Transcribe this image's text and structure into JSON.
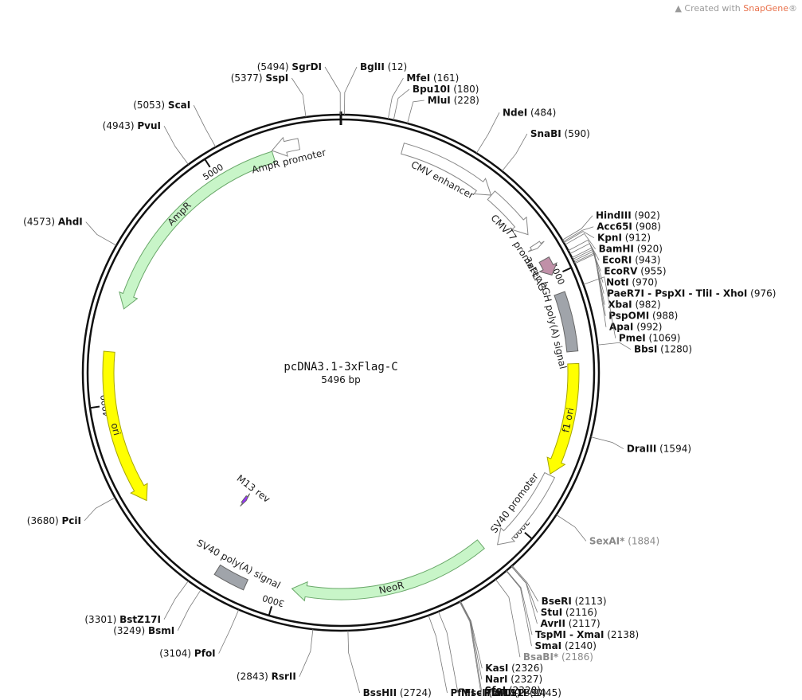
{
  "credit": {
    "prefix": "Created with ",
    "brand": "SnapGene",
    "suffix": "®"
  },
  "plasmid": {
    "name": "pcDNA3.1-3xFlag-C",
    "length_label": "5496 bp",
    "length": 5496
  },
  "colors": {
    "backbone": "#111111",
    "ampr": "#c8f5c8",
    "neor": "#c8f5c8",
    "ori": "#ffff00",
    "f1ori": "#ffff00",
    "flag": "#c090a8",
    "polya": "#a0a4aa",
    "m13": "#9933ff",
    "promoter": "#ffffff"
  },
  "ticks": [
    {
      "bp": 1000,
      "label": "1000"
    },
    {
      "bp": 2000,
      "label": "2000"
    },
    {
      "bp": 3000,
      "label": "3000"
    },
    {
      "bp": 4000,
      "label": "4000"
    },
    {
      "bp": 5000,
      "label": "5000"
    }
  ],
  "features": [
    {
      "name": "CMV enhancer",
      "type": "promoter",
      "start": 235,
      "end": 614,
      "dir": 1,
      "label": "CMV enhancer"
    },
    {
      "name": "CMV",
      "type": "promoter",
      "start": 615,
      "end": 818,
      "dir": 1,
      "label": "CMV"
    },
    {
      "name": "T7 promoter",
      "type": "promoter",
      "start": 863,
      "end": 881,
      "dir": 1,
      "label": "T7 promoter"
    },
    {
      "name": "3xFLAG",
      "type": "flag",
      "start": 930,
      "end": 995,
      "dir": 1,
      "label": "3xFLAG"
    },
    {
      "name": "bGH poly(A) signal",
      "type": "polya",
      "start": 1070,
      "end": 1294,
      "dir": 0,
      "label": "bGH poly(A) signal"
    },
    {
      "name": "f1 ori",
      "type": "f1ori",
      "start": 1340,
      "end": 1768,
      "dir": 1,
      "label": "f1 ori"
    },
    {
      "name": "SV40 promoter",
      "type": "promoter",
      "start": 1773,
      "end": 2102,
      "dir": 1,
      "label": "SV40 promoter"
    },
    {
      "name": "NeoR",
      "type": "neor",
      "start": 2149,
      "end": 2943,
      "dir": 1,
      "label": "NeoR"
    },
    {
      "name": "SV40 poly(A) signal",
      "type": "polya",
      "start": 3117,
      "end": 3238,
      "dir": 0,
      "label": "SV40 poly(A) signal"
    },
    {
      "name": "M13 rev",
      "type": "m13",
      "start": 3305,
      "end": 3321,
      "dir": -1,
      "label": "M13 rev"
    },
    {
      "name": "ori",
      "type": "ori",
      "start": 3613,
      "end": 4201,
      "dir": -1,
      "label": "ori"
    },
    {
      "name": "AmpR",
      "type": "ampr",
      "start": 4372,
      "end": 5232,
      "dir": -1,
      "label": "AmpR"
    },
    {
      "name": "AmpR promoter",
      "type": "promoter",
      "start": 5233,
      "end": 5337,
      "dir": -1,
      "label": "AmpR promoter"
    }
  ],
  "sites": [
    {
      "name": "SgrDI",
      "pos": "5494",
      "bp": 5494,
      "gray": false
    },
    {
      "name": "BglII",
      "pos": "12",
      "bp": 12,
      "gray": false
    },
    {
      "name": "MfeI",
      "pos": "161",
      "bp": 161,
      "gray": false
    },
    {
      "name": "Bpu10I",
      "pos": "180",
      "bp": 180,
      "gray": false
    },
    {
      "name": "MluI",
      "pos": "228",
      "bp": 228,
      "gray": false
    },
    {
      "name": "NdeI",
      "pos": "484",
      "bp": 484,
      "gray": false
    },
    {
      "name": "SnaBI",
      "pos": "590",
      "bp": 590,
      "gray": false
    },
    {
      "name": "HindIII",
      "pos": "902",
      "bp": 902,
      "gray": false
    },
    {
      "name": "Acc65I",
      "pos": "908",
      "bp": 908,
      "gray": false
    },
    {
      "name": "KpnI",
      "pos": "912",
      "bp": 912,
      "gray": false
    },
    {
      "name": "BamHI",
      "pos": "920",
      "bp": 920,
      "gray": false
    },
    {
      "name": "EcoRI",
      "pos": "943",
      "bp": 943,
      "gray": false
    },
    {
      "name": "EcoRV",
      "pos": "955",
      "bp": 955,
      "gray": false
    },
    {
      "name": "NotI",
      "pos": "970",
      "bp": 970,
      "gray": false
    },
    {
      "name": "PaeR7I - PspXI - TliI - XhoI",
      "pos": "976",
      "bp": 976,
      "gray": false
    },
    {
      "name": "XbaI",
      "pos": "982",
      "bp": 982,
      "gray": false
    },
    {
      "name": "PspOMI",
      "pos": "988",
      "bp": 988,
      "gray": false
    },
    {
      "name": "ApaI",
      "pos": "992",
      "bp": 992,
      "gray": false
    },
    {
      "name": "PmeI",
      "pos": "1069",
      "bp": 1069,
      "gray": false
    },
    {
      "name": "BbsI",
      "pos": "1280",
      "bp": 1280,
      "gray": false
    },
    {
      "name": "DraIII",
      "pos": "1594",
      "bp": 1594,
      "gray": false
    },
    {
      "name": "SexAI*",
      "pos": "1884",
      "bp": 1884,
      "gray": true
    },
    {
      "name": "BseRI",
      "pos": "2113",
      "bp": 2113,
      "gray": false
    },
    {
      "name": "StuI",
      "pos": "2116",
      "bp": 2116,
      "gray": false
    },
    {
      "name": "AvrII",
      "pos": "2117",
      "bp": 2117,
      "gray": false
    },
    {
      "name": "TspMI - XmaI",
      "pos": "2138",
      "bp": 2138,
      "gray": false
    },
    {
      "name": "SmaI",
      "pos": "2140",
      "bp": 2140,
      "gray": false
    },
    {
      "name": "BsaBI*",
      "pos": "2186",
      "bp": 2186,
      "gray": true
    },
    {
      "name": "KasI",
      "pos": "2326",
      "bp": 2326,
      "gray": false
    },
    {
      "name": "NarI",
      "pos": "2327",
      "bp": 2327,
      "gray": false
    },
    {
      "name": "SfoI",
      "pos": "2328",
      "bp": 2328,
      "gray": false
    },
    {
      "name": "PluTI",
      "pos": "2330",
      "bp": 2330,
      "gray": false
    },
    {
      "name": "MscI",
      "pos": "2409",
      "bp": 2409,
      "gray": false
    },
    {
      "name": "PflFI - Tth111I",
      "pos": "2445",
      "bp": 2445,
      "gray": false
    },
    {
      "name": "BssHII",
      "pos": "2724",
      "bp": 2724,
      "gray": false
    },
    {
      "name": "RsrII",
      "pos": "2843",
      "bp": 2843,
      "gray": false
    },
    {
      "name": "PfoI",
      "pos": "3104",
      "bp": 3104,
      "gray": false
    },
    {
      "name": "BsmI",
      "pos": "3249",
      "bp": 3249,
      "gray": false
    },
    {
      "name": "BstZ17I",
      "pos": "3301",
      "bp": 3301,
      "gray": false
    },
    {
      "name": "PciI",
      "pos": "3680",
      "bp": 3680,
      "gray": false
    },
    {
      "name": "AhdI",
      "pos": "4573",
      "bp": 4573,
      "gray": false
    },
    {
      "name": "PvuI",
      "pos": "4943",
      "bp": 4943,
      "gray": false
    },
    {
      "name": "ScaI",
      "pos": "5053",
      "bp": 5053,
      "gray": false
    },
    {
      "name": "SspI",
      "pos": "5377",
      "bp": 5377,
      "gray": false
    }
  ]
}
